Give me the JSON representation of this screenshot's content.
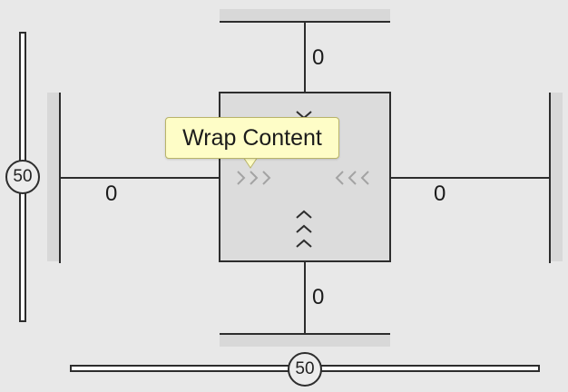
{
  "margins": {
    "top": "0",
    "bottom": "0",
    "left": "0",
    "right": "0"
  },
  "bias": {
    "vertical": "50",
    "horizontal": "50"
  },
  "tooltip": {
    "text": "Wrap Content"
  },
  "colors": {
    "background": "#e8e8e8",
    "line": "#2d2d2d",
    "widget": "#dcdcdc",
    "tooltip_bg": "#fefdc7",
    "chevron": "#9a9a9a"
  },
  "icons": {
    "width_left": "chevron-right-icon",
    "width_right": "chevron-left-icon",
    "height_top": "chevron-down-icon",
    "height_bottom": "chevron-up-icon"
  }
}
